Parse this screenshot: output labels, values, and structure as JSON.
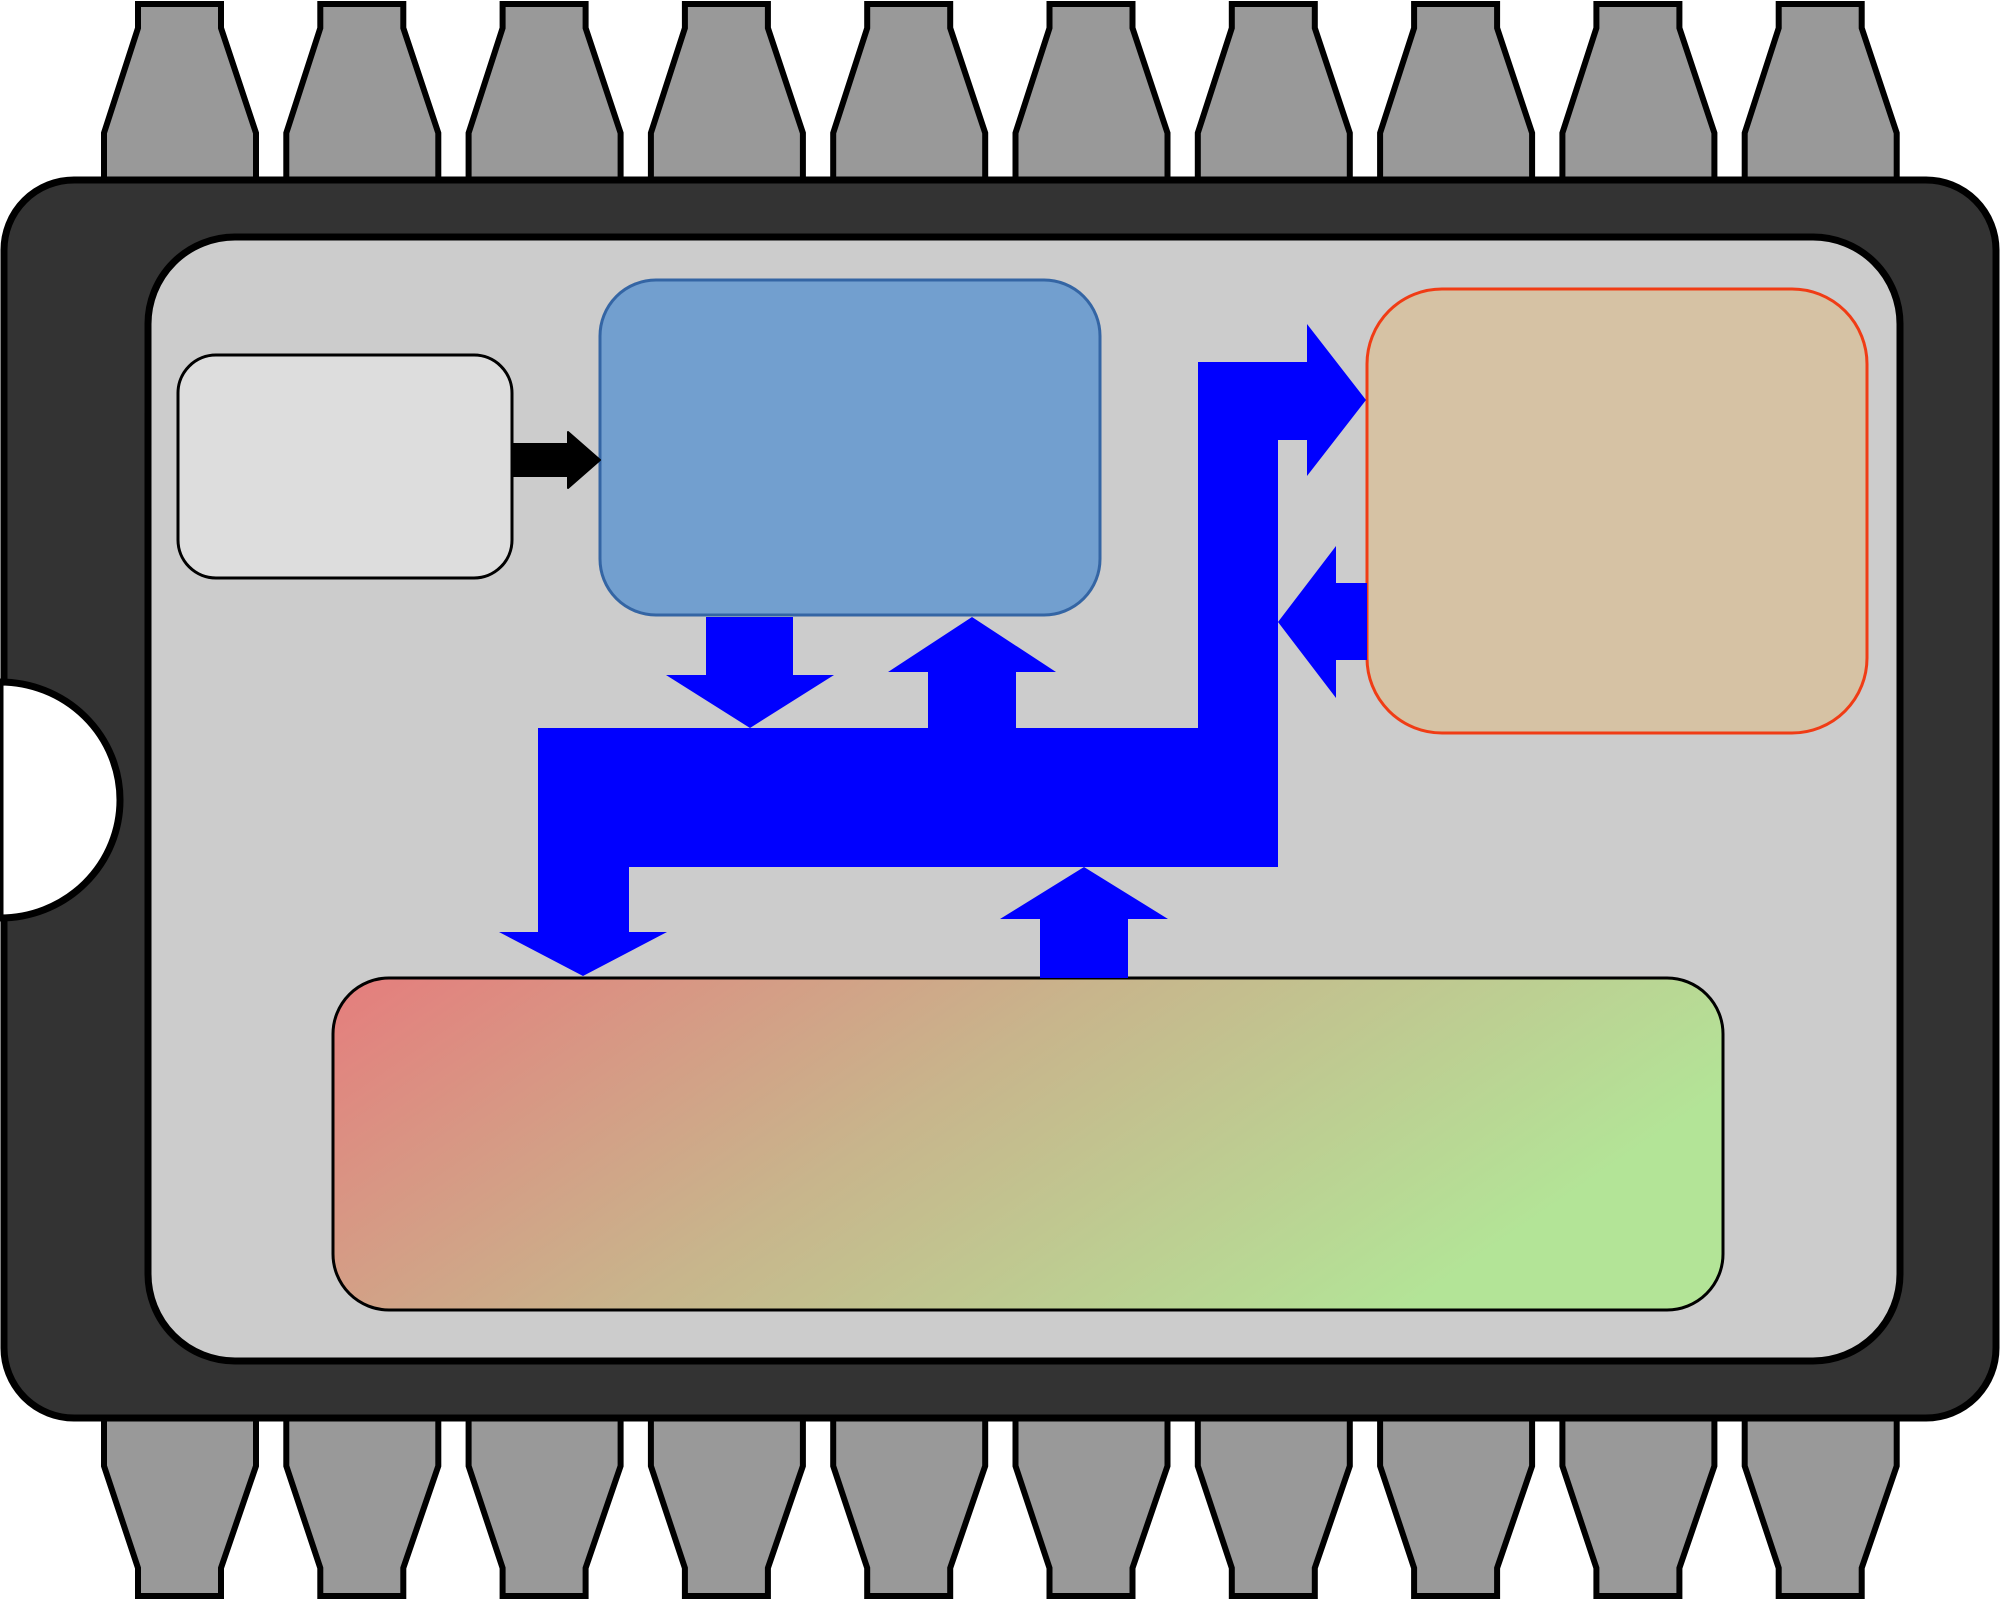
{
  "diagram": {
    "subject": "microcontroller-chip",
    "pin_count_top": 10,
    "pin_count_bottom": 10,
    "blocks": [
      {
        "id": "input-block",
        "text": ""
      },
      {
        "id": "processor-block",
        "text": ""
      },
      {
        "id": "peripheral-block",
        "text": ""
      },
      {
        "id": "memory-block",
        "text": ""
      }
    ],
    "bus": {
      "label": ""
    }
  },
  "colors": {
    "package_body": "#333333",
    "package_outline": "#000000",
    "pin_fill": "#999999",
    "die_area": "#cccccc",
    "input_block": "#dddddd",
    "processor_block": "#729fcf",
    "processor_stroke": "#3465a4",
    "peripheral_block": "#d6c2a4",
    "peripheral_stroke": "#f03c15",
    "memory_gradient_start": "#e57d7d",
    "memory_gradient_mid": "#c8b58c",
    "memory_gradient_end": "#b3e497",
    "bus_color": "#0000ff",
    "signal_arrow": "#000000",
    "notch_fill": "#ffffff"
  }
}
